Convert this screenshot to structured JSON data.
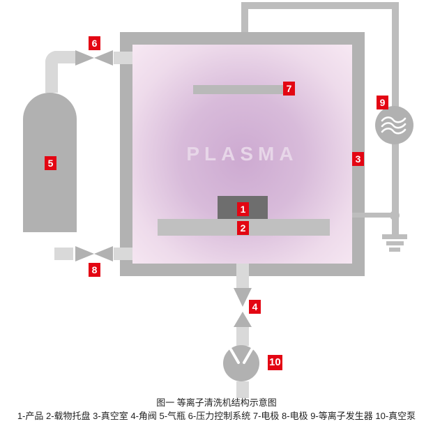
{
  "figure": {
    "plasma_text": "PLASMA",
    "caption_title": "图一 等离子清洗机结构示意图",
    "caption_legend": "1-产品 2-载物托盘 3-真空室 4-角阀 5-气瓶 6-压力控制系统 7-电极 8-电极 9-等离子发生器 10-真空泵"
  },
  "labels": {
    "product": "1",
    "tray": "2",
    "chamber": "3",
    "angle_valve": "4",
    "gas_bottle": "5",
    "pressure_control": "6",
    "electrode_top": "7",
    "electrode_bottom": "8",
    "plasma_generator": "9",
    "vacuum_pump": "10"
  },
  "components": [
    {
      "num": "1",
      "name": "产品"
    },
    {
      "num": "2",
      "name": "载物托盘"
    },
    {
      "num": "3",
      "name": "真空室"
    },
    {
      "num": "4",
      "name": "角阀"
    },
    {
      "num": "5",
      "name": "气瓶"
    },
    {
      "num": "6",
      "name": "压力控制系统"
    },
    {
      "num": "7",
      "name": "电极"
    },
    {
      "num": "8",
      "name": "电极"
    },
    {
      "num": "9",
      "name": "等离子发生器"
    },
    {
      "num": "10",
      "name": "真空泵"
    }
  ],
  "colors": {
    "label_red": "#e30613",
    "wall_gray": "#b2b2b2",
    "part_gray": "#b1b1b1",
    "pipe_light_gray": "#d9d9d9",
    "product_dark_gray": "#6e6e6e",
    "tray_gray": "#c0c0c0",
    "plasma_center": "#cdaad1",
    "plasma_edge": "#f8eaf4",
    "plasma_text": "#e7d6e8"
  }
}
